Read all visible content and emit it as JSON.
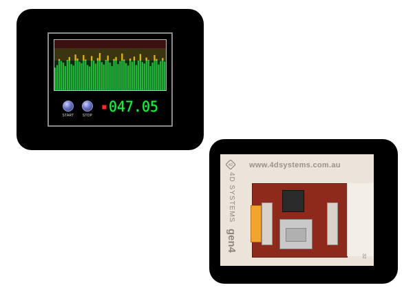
{
  "front_display": {
    "buttons": [
      {
        "id": "start",
        "label": "START"
      },
      {
        "id": "stop",
        "label": "STOP"
      }
    ],
    "readout_value": "047.05",
    "spectrum_levels": [
      0.45,
      0.5,
      0.62,
      0.58,
      0.55,
      0.48,
      0.6,
      0.66,
      0.52,
      0.49,
      0.71,
      0.63,
      0.57,
      0.54,
      0.7,
      0.61,
      0.5,
      0.47,
      0.68,
      0.59,
      0.53,
      0.64,
      0.74,
      0.56,
      0.51,
      0.6,
      0.69,
      0.55,
      0.48,
      0.62,
      0.66,
      0.52,
      0.58,
      0.73,
      0.61,
      0.54,
      0.49,
      0.63,
      0.57,
      0.67,
      0.5,
      0.59,
      0.72,
      0.56,
      0.53,
      0.65,
      0.6,
      0.48,
      0.55,
      0.7,
      0.62,
      0.51,
      0.58,
      0.64,
      0.57
    ],
    "colors": {
      "spectrum_green": "#22b53a",
      "spectrum_yellow": "#d9b21f",
      "spectrum_red": "#b42222",
      "readout_green": "#1ef24a",
      "indicator_red": "#ff2a2a"
    }
  },
  "back_module": {
    "url": "www.4dsystems.com.au",
    "brand": "4D SYSTEMS",
    "series": "gen4",
    "version_tag": "32",
    "chip_text": "",
    "icons": [
      "4d-logo-icon"
    ]
  }
}
